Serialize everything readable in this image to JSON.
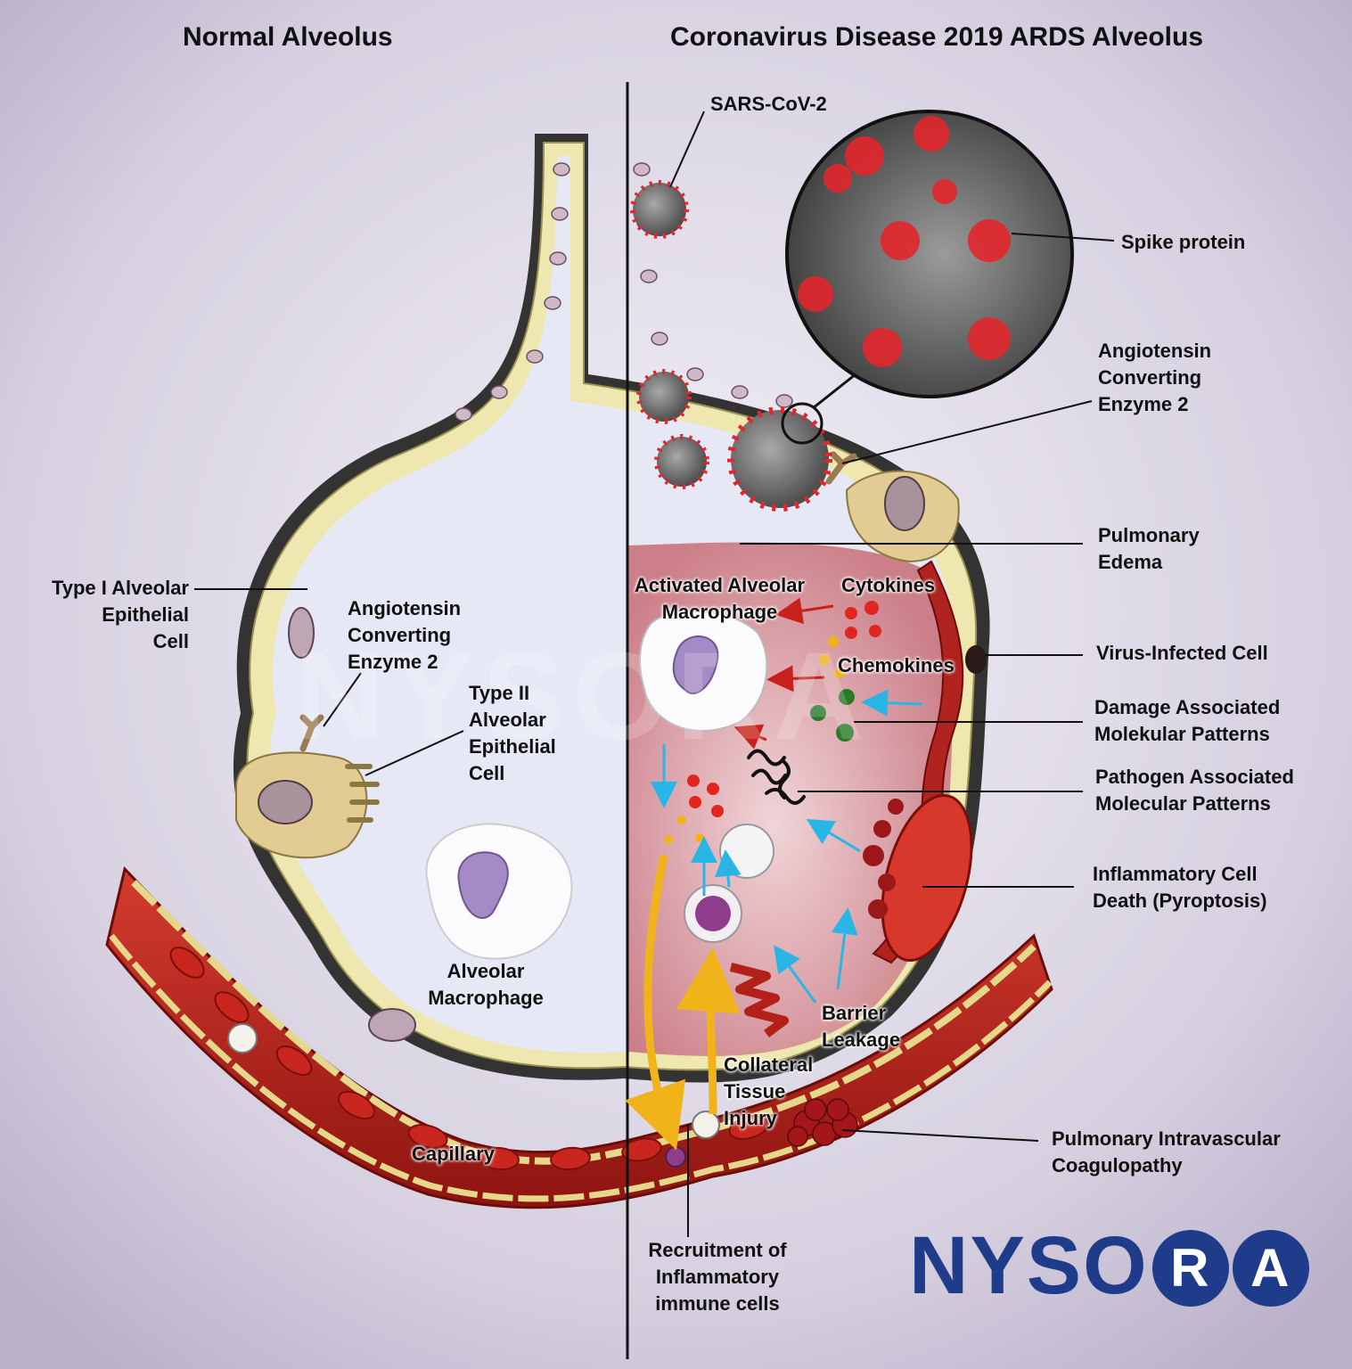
{
  "titles": {
    "left": "Normal Alveolus",
    "right": "Coronavirus Disease 2019 ARDS Alveolus"
  },
  "labels": {
    "type1": [
      "Type I Alveolar",
      "Epithelial",
      "Cell"
    ],
    "ace2_left": [
      "Angiotensin",
      "Converting",
      "Enzyme 2"
    ],
    "type2": [
      "Type II",
      "Alveolar",
      "Epithelial",
      "Cell"
    ],
    "alveolar_macrophage": [
      "Alveolar",
      "Macrophage"
    ],
    "capillary": "Capillary",
    "sars": "SARS-CoV-2",
    "spike": "Spike protein",
    "ace2_right": [
      "Angiotensin",
      "Converting",
      "Enzyme 2"
    ],
    "edema": [
      "Pulmonary",
      "Edema"
    ],
    "activated_macrophage": [
      "Activated Alveolar",
      "Macrophage"
    ],
    "cytokines": "Cytokines",
    "chemokines": "Chemokines",
    "virus_infected": "Virus-Infected Cell",
    "damp": [
      "Damage Associated",
      "Molekular Patterns"
    ],
    "pamp": [
      "Pathogen Associated",
      "Molecular Patterns"
    ],
    "pyroptosis": [
      "Inflammatory Cell",
      "Death (Pyroptosis)"
    ],
    "barrier": [
      "Barrier",
      "Leakage"
    ],
    "collateral": [
      "Collateral",
      "Tissue",
      "Injury"
    ],
    "coagulopathy": [
      "Pulmonary Intravascular",
      "Coagulopathy"
    ],
    "recruitment": [
      "Recruitment of",
      "Inflammatory",
      "immune cells"
    ]
  },
  "logo": {
    "text_start": "NYSO",
    "r": "R",
    "a": "A"
  },
  "watermark": "NYSORA",
  "colors": {
    "background": "#d9d4e2",
    "alveolus_fill": "#e6e8f6",
    "epithelium": "#efe7b0",
    "capillary": "#b1231f",
    "rbc": "#c8261e",
    "virus": "#7a7a7a",
    "spike": "#e3262b",
    "edema_fill": "#e8b7bd",
    "arrow_blue": "#29b6e6",
    "arrow_red": "#c8201a",
    "arrow_yellow": "#f0b31a",
    "logo": "#1f3c8a"
  }
}
